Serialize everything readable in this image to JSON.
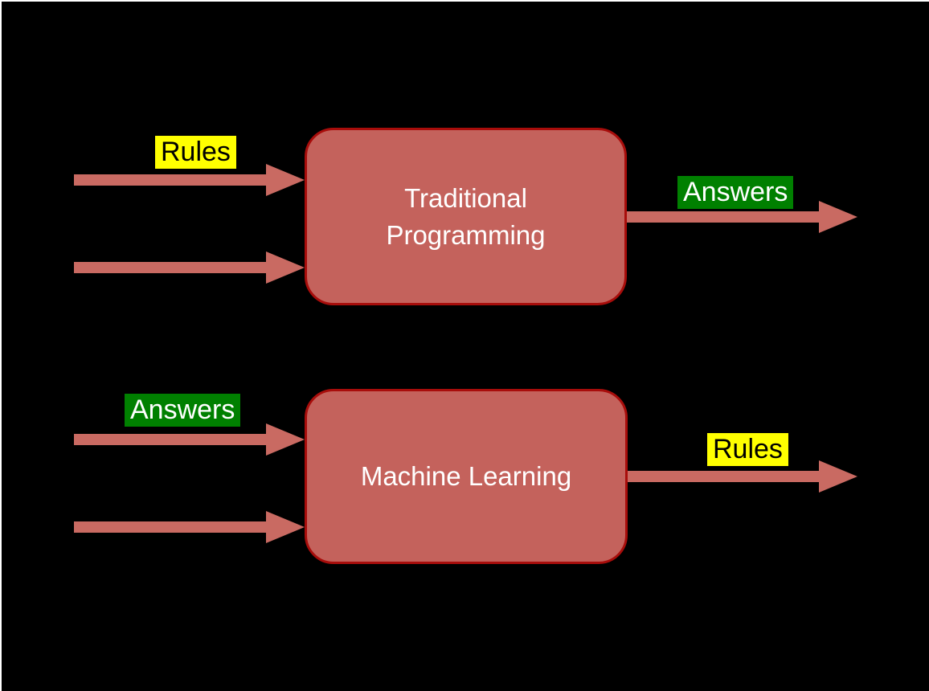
{
  "page": {
    "background": "#000000",
    "frame_color": "#ffffff"
  },
  "colors": {
    "box_fill": "#c4625c",
    "box_border": "#a80d0b",
    "arrow": "#c96a62",
    "highlight_yellow": "#ffff00",
    "highlight_green": "#008000",
    "box_text": "#ffffff",
    "yellow_label_text": "#000000",
    "green_label_text": "#ffffff"
  },
  "diagrams": {
    "traditional": {
      "box_label": "Traditional\nProgramming",
      "input_label": "Rules",
      "output_label": "Answers"
    },
    "ml": {
      "box_label": "Machine Learning",
      "input_label": "Answers",
      "output_label": "Rules"
    }
  }
}
